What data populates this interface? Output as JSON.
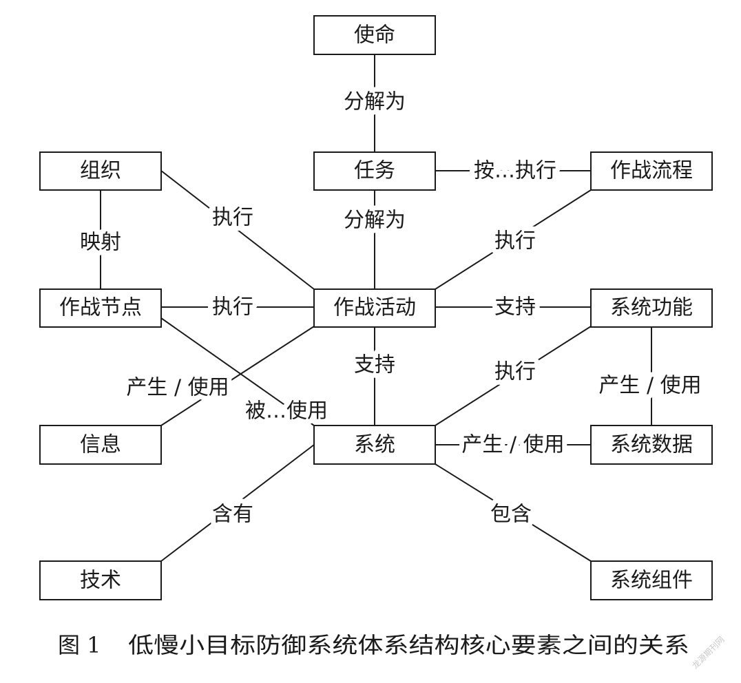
{
  "nodes": {
    "mission": "使命",
    "task": "任务",
    "operational_process": "作战流程",
    "organization": "组织",
    "operational_node": "作战节点",
    "operational_activity": "作战活动",
    "system_function": "系统功能",
    "information": "信息",
    "system": "系统",
    "system_data": "系统数据",
    "technology": "技术",
    "system_component": "系统组件"
  },
  "edges": {
    "mission_task": "分解为",
    "task_process": "按…执行",
    "task_activity": "分解为",
    "org_activity": "执行",
    "process_activity": "执行",
    "org_node": "映射",
    "node_activity": "执行",
    "activity_function": "支持",
    "activity_system": "支持",
    "info_activity": "产生 / 使用",
    "node_system": "被…使用",
    "system_function": "执行",
    "function_data": "产生 / 使用",
    "system_data": "产生 / 使用",
    "system_technology": "含有",
    "system_component": "包含"
  },
  "caption": {
    "figure_number": "图 1",
    "title": "低慢小目标防御系统体系结构核心要素之间的关系"
  },
  "watermark": "龙源期刊网"
}
